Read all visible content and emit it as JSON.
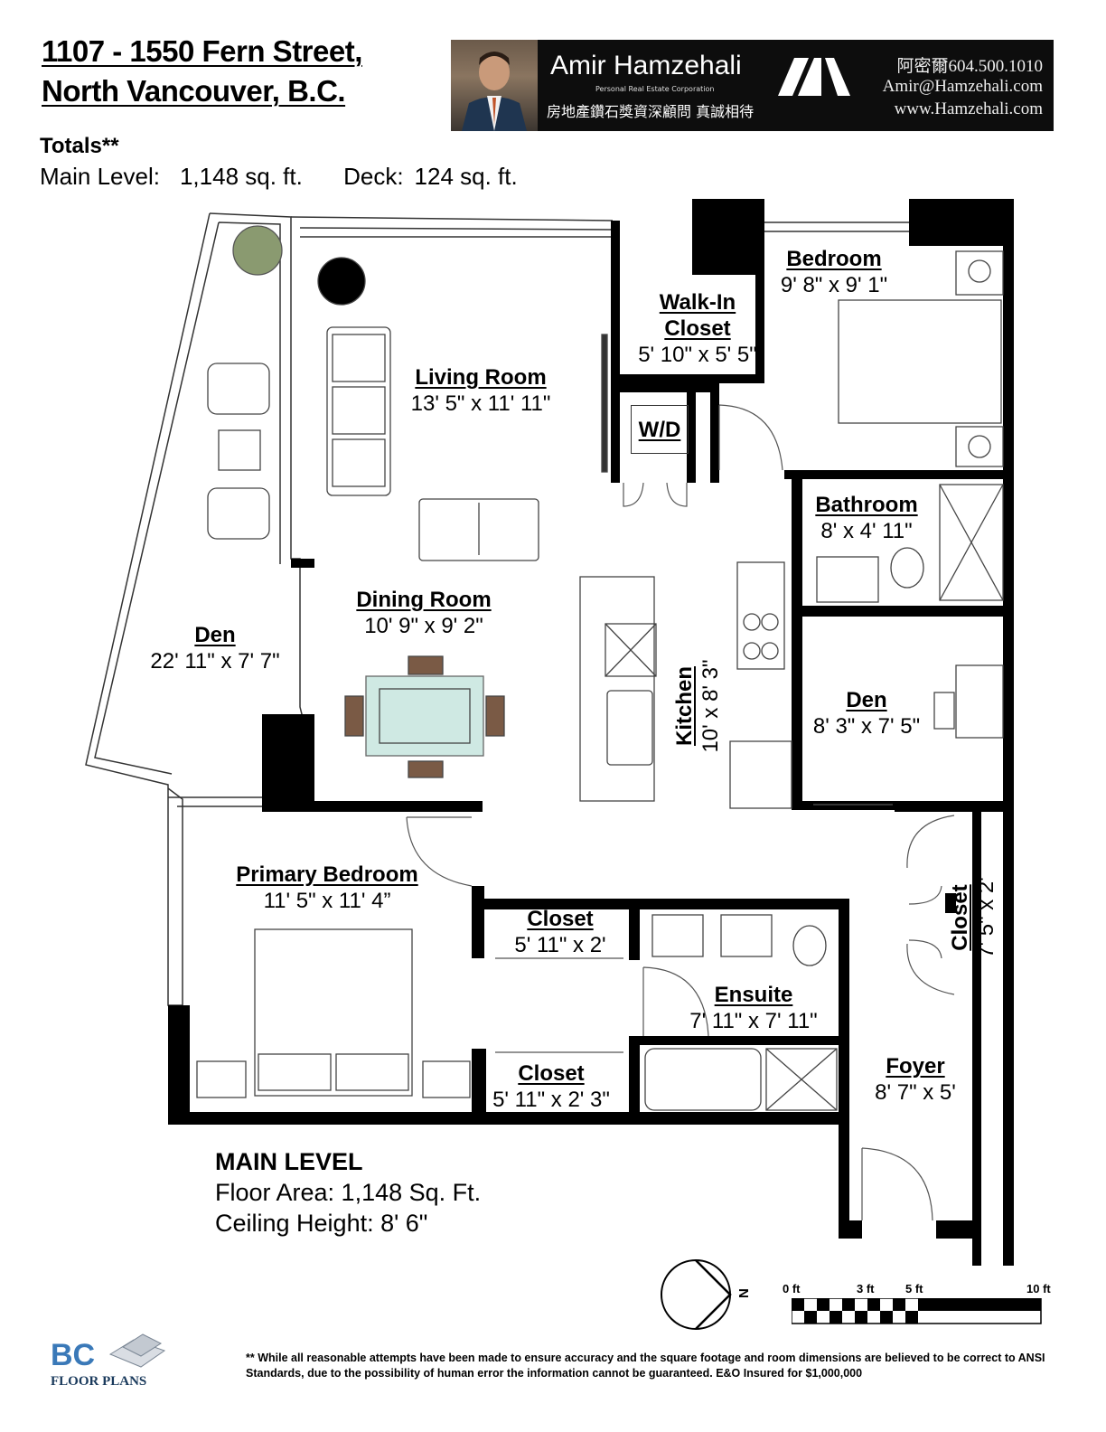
{
  "header": {
    "address_line1": "1107 - 1550 Fern Street,",
    "address_line2": "North Vancouver, B.C.",
    "totals_title": "Totals**",
    "main_level_label": "Main Level:",
    "main_level_value": "1,148 sq. ft.",
    "deck_label": "Deck:",
    "deck_value": "124 sq. ft."
  },
  "agent": {
    "name": "Amir Hamzehali",
    "corp": "Personal Real Estate Corporation",
    "chinese_tagline": "房地產鑽石獎資深顧問 真誠相待",
    "phone": "阿密爾604.500.1010",
    "email": "Amir@Hamzehali.com",
    "website": "www.Hamzehali.com"
  },
  "rooms": [
    {
      "name": "Bedroom",
      "dims": "9' 8\" x 9' 1\""
    },
    {
      "name": "Walk-In Closet",
      "name_line1": "Walk-In",
      "name_line2": "Closet",
      "dims": "5' 10\" x 5' 5\""
    },
    {
      "name": "Living Room",
      "dims": "13' 5\" x 11' 11\""
    },
    {
      "name": "W/D",
      "dims": ""
    },
    {
      "name": "Bathroom",
      "dims": "8' x 4' 11\""
    },
    {
      "name": "Dining Room",
      "dims": "10' 9\" x 9' 2\""
    },
    {
      "name": "Den",
      "dims": "22' 11\" x 7' 7\""
    },
    {
      "name": "Kitchen",
      "dims": "10' x 8' 3\""
    },
    {
      "name": "Den",
      "dims": "8' 3\" x 7' 5\""
    },
    {
      "name": "Primary Bedroom",
      "dims": "11' 5\" x 11' 4”"
    },
    {
      "name": "Closet",
      "dims": "5' 11\" x 2'"
    },
    {
      "name": "Closet",
      "dims": "7' 5\" x 2'"
    },
    {
      "name": "Ensuite",
      "dims": "7' 11\" x 7' 11\""
    },
    {
      "name": "Closet",
      "dims": "5' 11\" x 2' 3\""
    },
    {
      "name": "Foyer",
      "dims": "8' 7\" x 5'"
    }
  ],
  "level_notes": {
    "title": "MAIN LEVEL",
    "floor_area": "Floor Area: 1,148 Sq. Ft.",
    "ceiling": "Ceiling Height: 8' 6\""
  },
  "compass": {
    "label": "N"
  },
  "scale_bar": {
    "ticks": [
      "0 ft",
      "3 ft",
      "5 ft",
      "10 ft"
    ]
  },
  "footer": {
    "logo_mark": "BC",
    "logo_text": "FLOOR PLANS",
    "disclaimer": "** While all reasonable attempts have been made to ensure accuracy and the square footage and room dimensions are believed to be correct to ANSI Standards, due to the possibility of human error the information cannot be guaranteed. E&O Insured for $1,000,000"
  }
}
